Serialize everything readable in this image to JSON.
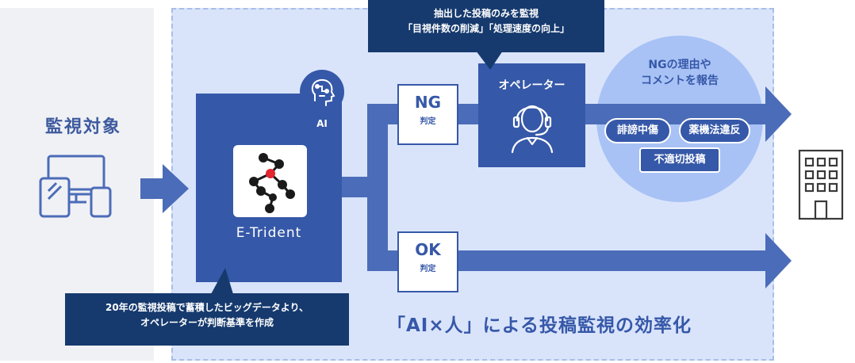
{
  "left_panel": {
    "title": "監視対象"
  },
  "etrident": {
    "label": "E-Trident"
  },
  "ai_badge": {
    "label": "AI"
  },
  "ng_box": {
    "main": "NG",
    "sub": "判定"
  },
  "ok_box": {
    "main": "OK",
    "sub": "判定"
  },
  "operator": {
    "label": "オペレーター"
  },
  "report": {
    "line1": "NGの理由や",
    "line2": "コメントを報告"
  },
  "tags": {
    "defamation": "誹謗中傷",
    "drug_law": "薬機法違反",
    "inappropriate": "不適切投稿"
  },
  "callout_top": {
    "line1": "抽出した投稿のみを監視",
    "line2": "「目視件数の削減」「処理速度の向上」"
  },
  "callout_bottom": {
    "line1": "20年の監視投稿で蓄積したビッグデータより、",
    "line2": "オペレーターが判断基準を作成"
  },
  "slogan": "「AI×人」による投稿監視の効率化",
  "icons": [
    "devices-icon",
    "ai-brain-icon",
    "etrident-logo",
    "operator-headset-icon",
    "building-icon"
  ],
  "colors": {
    "primary": "#3658a8",
    "arrow": "#4b6cb8",
    "panel": "#d9e4fb",
    "callout": "#163a6e",
    "report": "#a8c2f5"
  }
}
